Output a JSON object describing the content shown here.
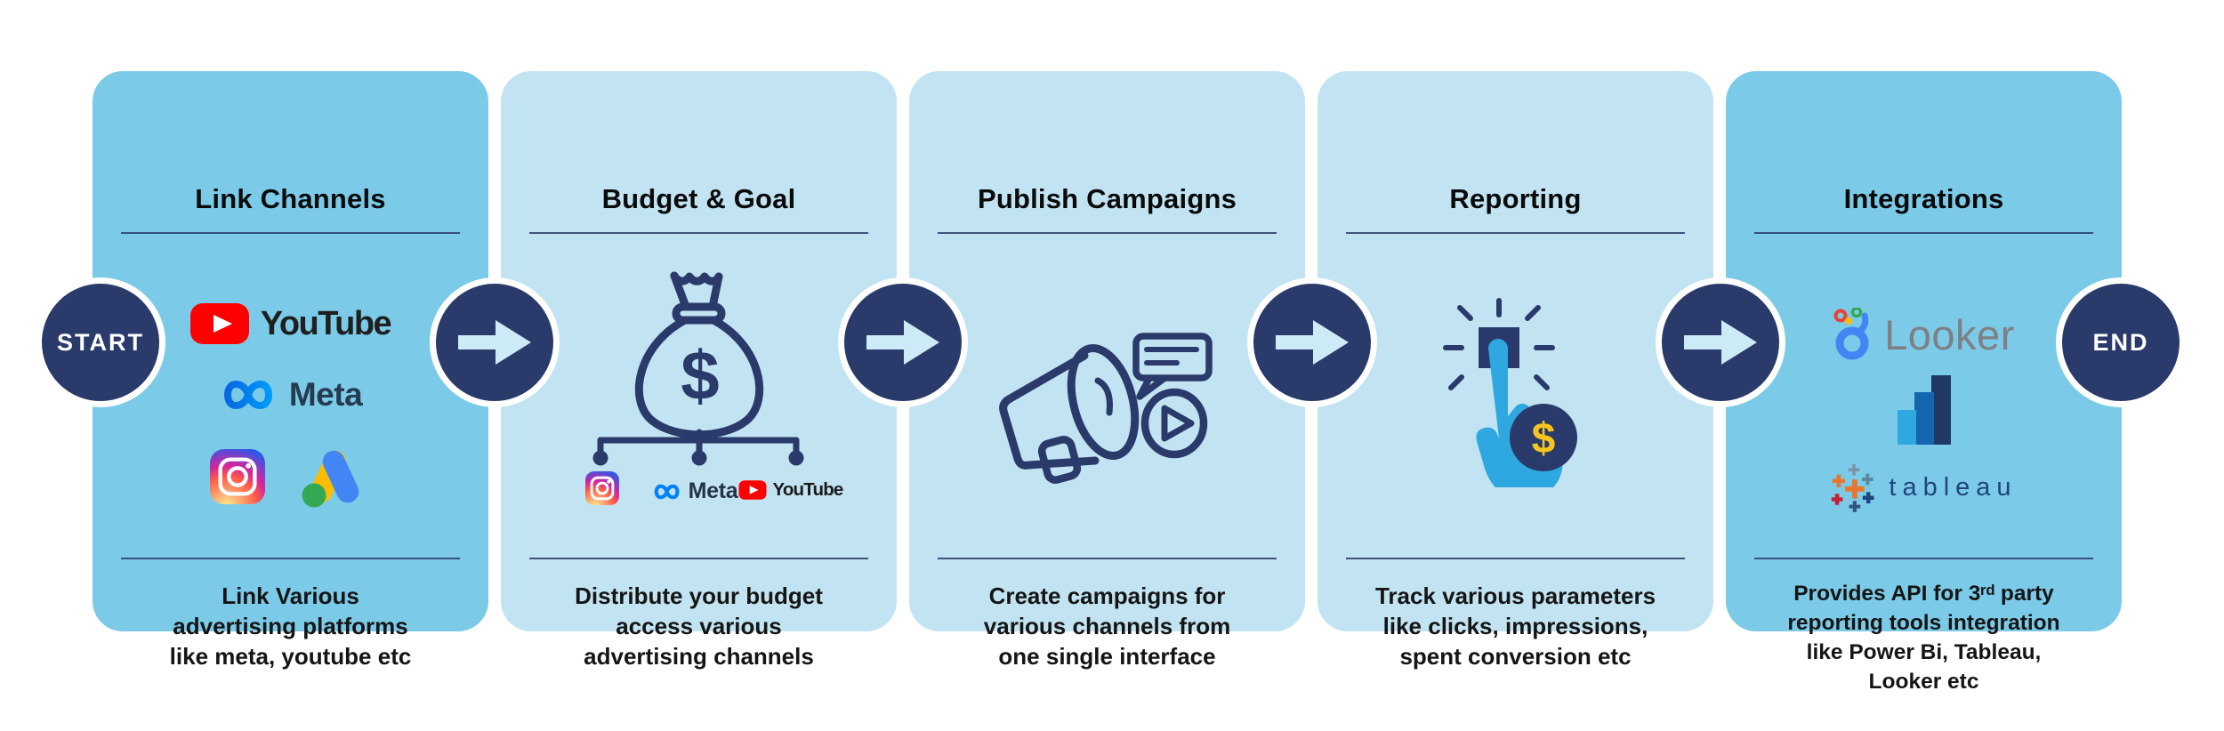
{
  "flow": {
    "start_label": "START",
    "end_label": "END",
    "cards": [
      {
        "title": "Link Channels",
        "lines": [
          "Link Various",
          "advertising platforms",
          "like meta, youtube etc"
        ],
        "logos": {
          "youtube": "YouTube",
          "meta": "Meta"
        }
      },
      {
        "title": "Budget & Goal",
        "lines": [
          "Distribute your budget",
          "access various",
          "advertising channels"
        ],
        "bag_symbol": "$",
        "logos": {
          "meta": "Meta",
          "youtube": "YouTube"
        }
      },
      {
        "title": "Publish Campaigns",
        "lines": [
          "Create campaigns for",
          "various channels from",
          "one single interface"
        ]
      },
      {
        "title": "Reporting",
        "lines": [
          "Track various parameters",
          "like clicks, impressions,",
          "spent conversion etc"
        ],
        "coin_symbol": "$"
      },
      {
        "title": "Integrations",
        "lines": [
          "Provides API for 3ʳᵈ party",
          "reporting tools integration",
          "like Power Bi, Tableau,",
          "Looker etc"
        ],
        "logos": {
          "looker": "Looker",
          "tableau": "tableau"
        }
      }
    ]
  },
  "colors": {
    "navy": "#2A3A6A",
    "card_dark": "#7BCBE8",
    "card_light": "#C2E4F2",
    "arrow_fill": "#CDEAF7",
    "hand_blue": "#2FA8E1",
    "coin_yellow": "#F6C51E",
    "youtube_red": "#FF0000",
    "meta_blue": "#0082FB",
    "google_ads_yellow": "#FBBC04",
    "google_ads_blue": "#4285F4",
    "google_ads_green": "#34A853",
    "looker_gray": "#7E8084",
    "tableau_navy": "#1F447E",
    "powerbi_bars": [
      "#2FA8DF",
      "#1566B0",
      "#203864"
    ]
  }
}
